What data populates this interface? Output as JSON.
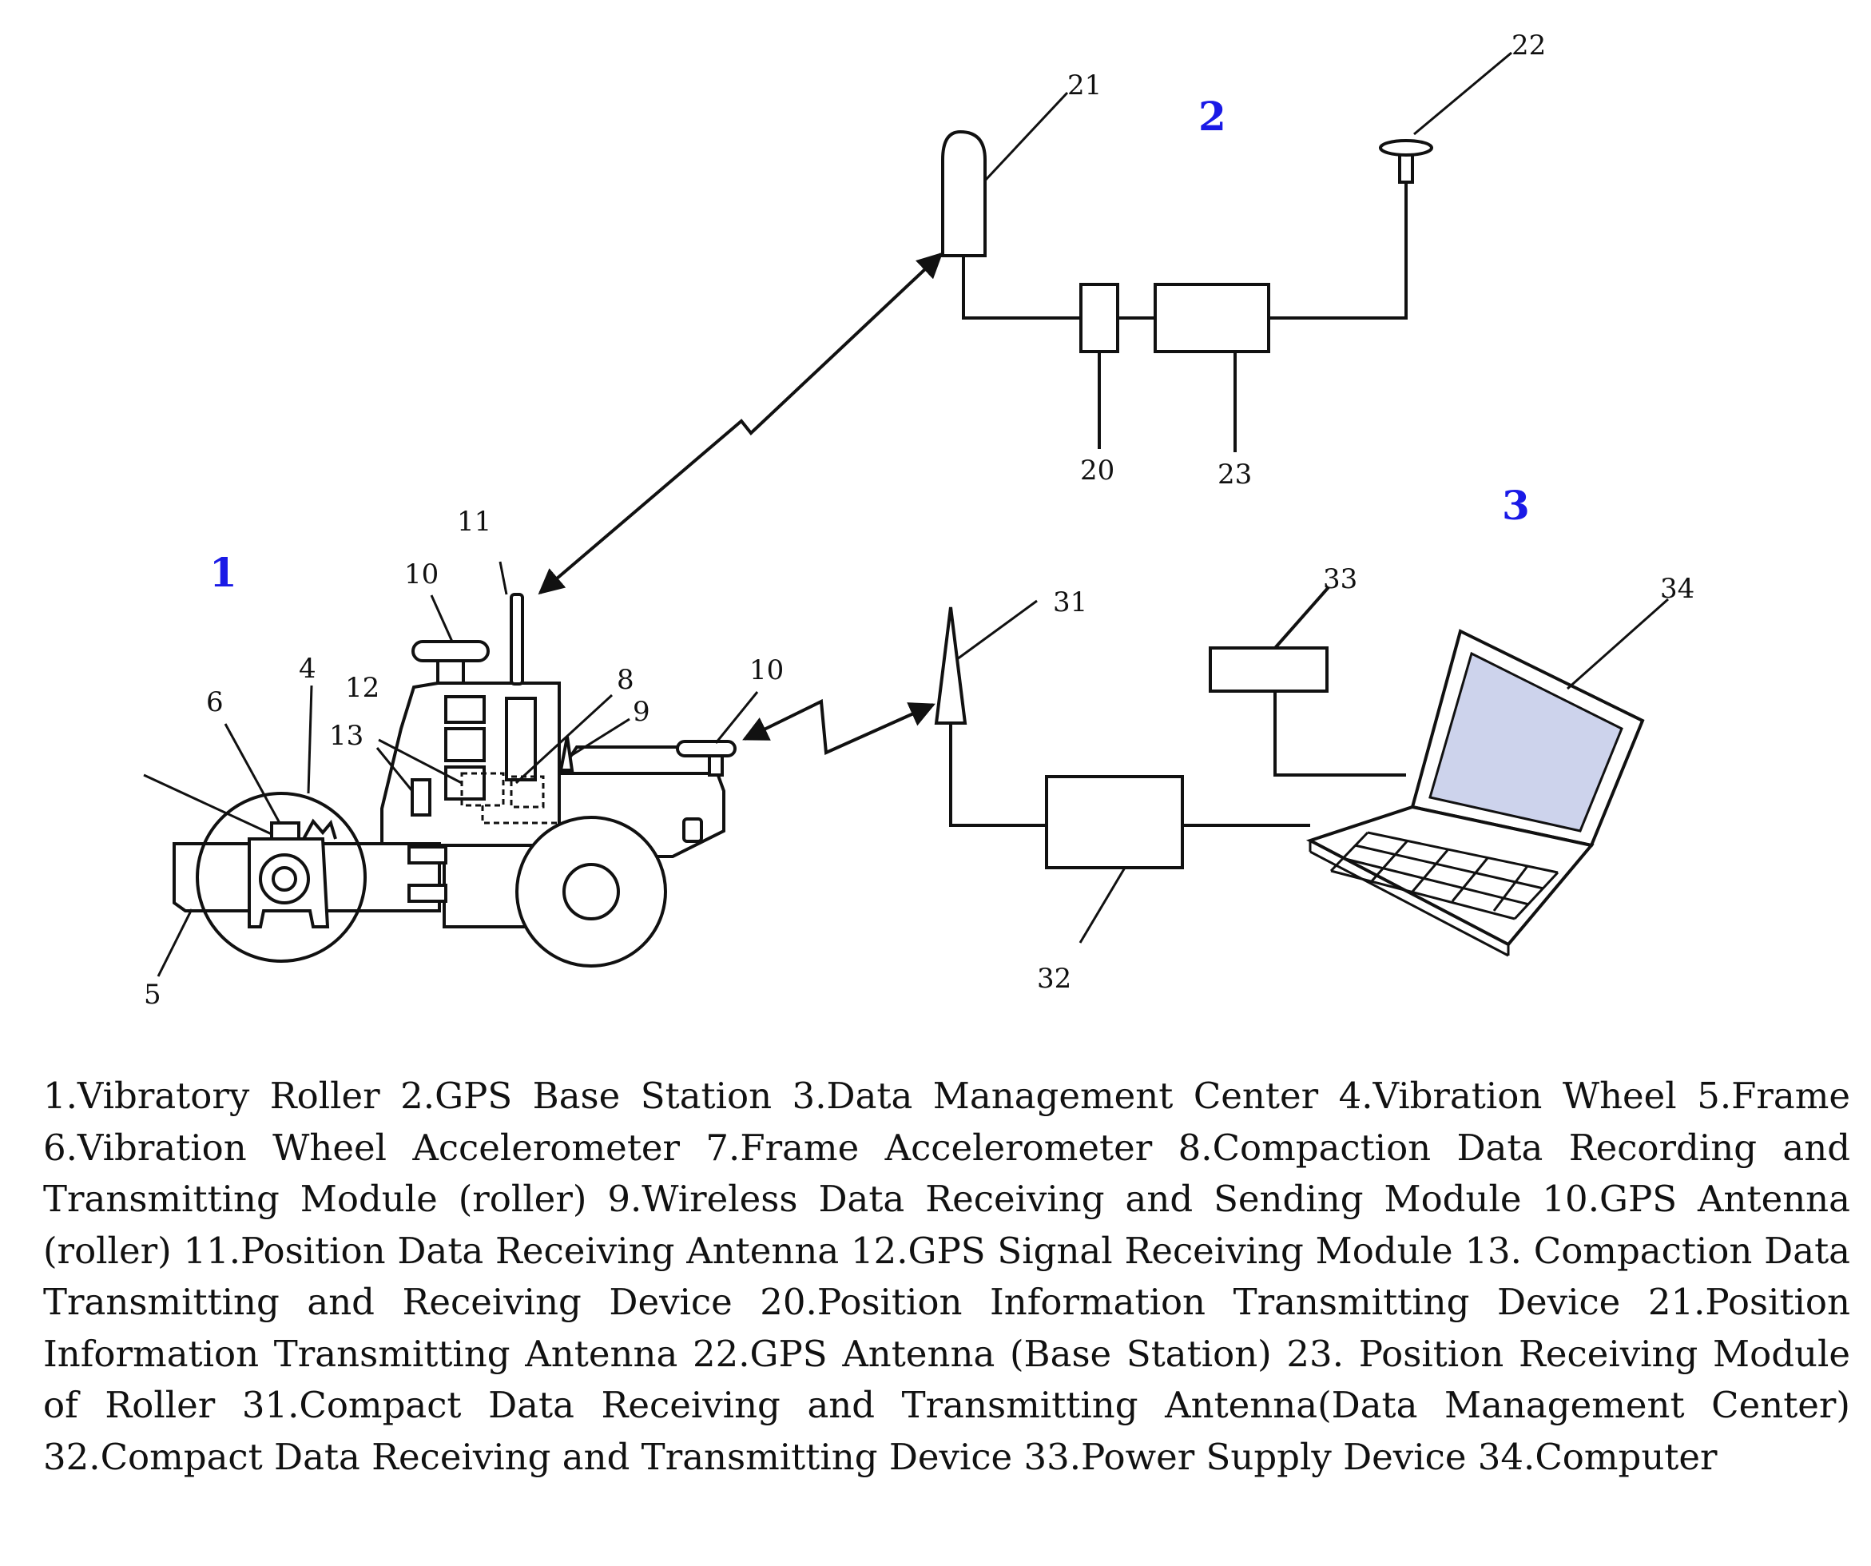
{
  "systems": {
    "roller": "1",
    "base_station": "2",
    "data_center": "3"
  },
  "labels": {
    "n4": "4",
    "n5": "5",
    "n6": "6",
    "n8": "8",
    "n9": "9",
    "n10a": "10",
    "n10b": "10",
    "n11": "11",
    "n12": "12",
    "n13": "13",
    "n20": "20",
    "n21": "21",
    "n22": "22",
    "n23": "23",
    "n31": "31",
    "n32": "32",
    "n33": "33",
    "n34": "34"
  },
  "caption": "1.Vibratory Roller  2.GPS Base Station  3.Data Management Center  4.Vibration Wheel  5.Frame 6.Vibration Wheel Accelerometer  7.Frame Accelerometer  8.Compaction Data Recording and Transmitting Module (roller)  9.Wireless Data Receiving and Sending Module  10.GPS Antenna (roller)  11.Position Data Receiving Antenna  12.GPS Signal Receiving Module  13. Compaction Data Transmitting and Receiving Device  20.Position Information Transmitting Device 21.Position Information Transmitting Antenna  22.GPS Antenna (Base Station)  23. Position Receiving Module of Roller 31.Compact Data Receiving and Transmitting Antenna(Data Management Center)  32.Compact Data Receiving and Transmitting Device  33.Power Supply Device  34.Computer",
  "colors": {
    "system_number": "#1a1ae6",
    "laptop_screen": "#cdd3ec"
  }
}
